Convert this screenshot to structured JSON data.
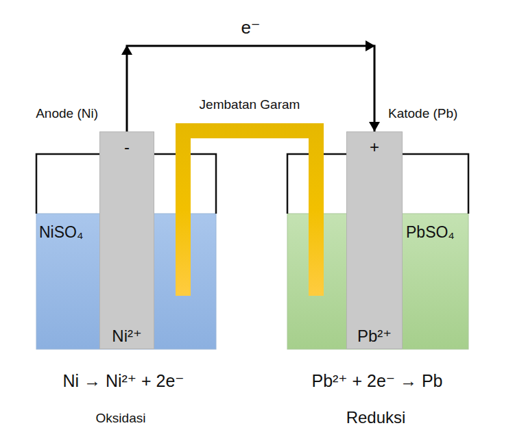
{
  "diagram": {
    "nodes": [
      {
        "text": [
          "Anode (Ni)",
          "-",
          "Ni²⁺"
        ]
      },
      {
        "text": [
          "Jembatan Garam"
        ]
      },
      {
        "text": [
          "Katode (Pb)",
          "+",
          "Pb²⁺"
        ]
      }
    ],
    "edges": [
      {
        "from": 0,
        "to": 2,
        "arrow": "to",
        "label": "e⁻"
      }
    ],
    "labels": [
      "NiSO₄",
      "PbSO₄",
      "Ni → Ni²⁺ + 2e⁻",
      "Oksidasi",
      "Pb²⁺ + 2e⁻ → Pb",
      "Reduksi"
    ]
  }
}
